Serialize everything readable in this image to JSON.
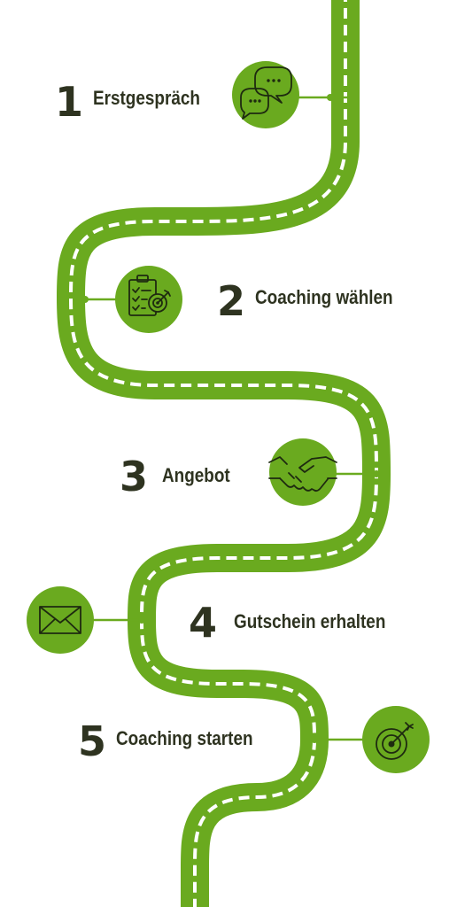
{
  "colors": {
    "road": "#6aaa1f",
    "dash": "#ffffff",
    "text": "#2e3320",
    "icon_stroke": "#1e2a10"
  },
  "steps": [
    {
      "number": "1",
      "label": "Erstgespräch",
      "icon": "chat-bubbles-icon"
    },
    {
      "number": "2",
      "label": "Coaching wählen",
      "icon": "clipboard-checklist-target-icon"
    },
    {
      "number": "3",
      "label": "Angebot",
      "icon": "handshake-icon"
    },
    {
      "number": "4",
      "label": "Gutschein erhalten",
      "icon": "envelope-icon"
    },
    {
      "number": "5",
      "label": "Coaching starten",
      "icon": "target-arrow-icon"
    }
  ]
}
